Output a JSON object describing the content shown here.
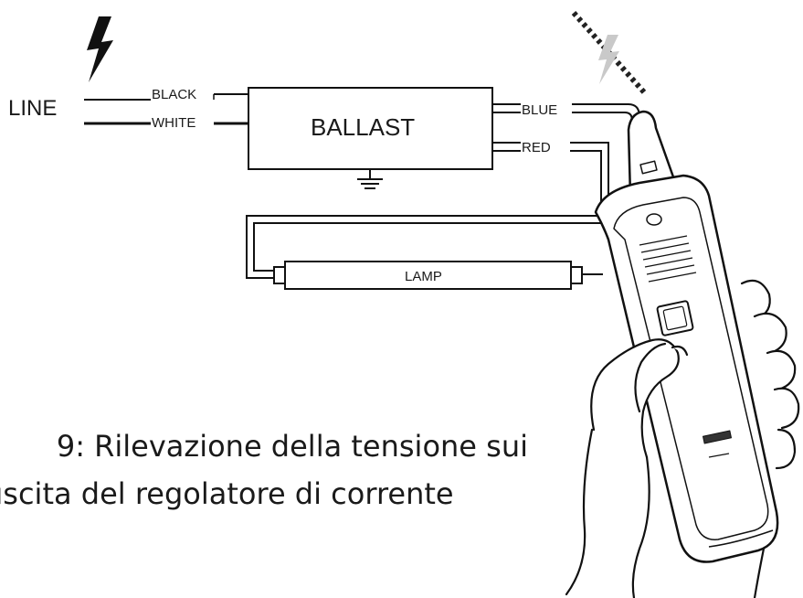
{
  "labels": {
    "line": "LINE",
    "black": "BLACK",
    "white": "WHITE",
    "ballast": "BALLAST",
    "blue": "BLUE",
    "red": "RED",
    "lamp": "LAMP"
  },
  "caption": {
    "line1": "9: Rilevazione della tensione sui",
    "line2": "uscita del regolatore di corrente"
  },
  "icons": {
    "lightning": "lightning-bolt-icon",
    "ground": "ground-symbol-icon",
    "detector": "voltage-detector-pen-icon"
  }
}
